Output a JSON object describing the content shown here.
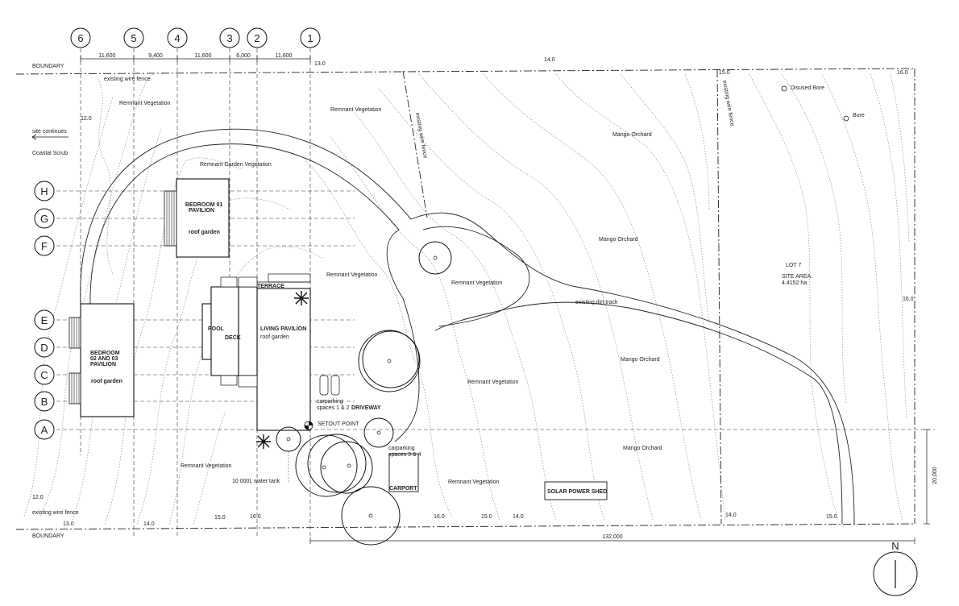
{
  "grid_columns": [
    "6",
    "5",
    "4",
    "3",
    "2",
    "1"
  ],
  "grid_rows": [
    "H",
    "G",
    "F",
    "E",
    "D",
    "C",
    "B",
    "A"
  ],
  "top_dimensions": [
    "11,600",
    "9,400",
    "11,600",
    "6,000",
    "11,600"
  ],
  "boundary_labels": {
    "top": "BOUNDARY",
    "bottom": "BOUNDARY"
  },
  "spot_levels": {
    "top_left": "13.0",
    "top_mid": "14.0",
    "top_right_a": "15.0",
    "top_right_b": "16.0",
    "left_a": "12.0",
    "left_b": "12.0",
    "right_mid": "16.0",
    "bottom": [
      "13.0",
      "14.0",
      "15.0",
      "16.0",
      "16.0",
      "15.0",
      "14.0",
      "14.0",
      "15.0"
    ]
  },
  "labels": {
    "fence_top": "existing wire fence",
    "fence_bottom": "existing wire fence",
    "fence_vertical_1": "existing wire fence",
    "fence_vertical_2": "existing wire fence",
    "remnant_1": "Remnant Vegetation",
    "remnant_2": "Remnant Vegetation",
    "remnant_garden": "Remnant Garden Vegetation",
    "remnant_3": "Remnant Vegetation",
    "remnant_4": "Remnant Vegetation",
    "remnant_5": "Remnant Vegetation",
    "remnant_6": "Remnant Vegetation",
    "remnant_7": "Remnant Vegetation",
    "site_continues": "site continues",
    "coastal_scrub": "Coastal Scrub",
    "mango_1": "Mango Orchard",
    "mango_2": "Mango Orchard",
    "mango_3": "Mango Orchard",
    "mango_4": "Mango Orchard",
    "disused_bore": "Disused Bore",
    "bore": "Bore",
    "lot": "LOT 7",
    "site_area_label": "SITE AREA:",
    "site_area_value": "4.4152 ha",
    "dirt_track": "existing dirt track",
    "water_tank": "10 000L water tank",
    "setout": "SETOUT POINT",
    "driveway": "DRIVEWAY",
    "carparking_12_a": "carparking",
    "carparking_12_b": "spaces 1 & 2",
    "carparking_34_a": "carparking",
    "carparking_34_b": "spaces 3 & 4",
    "carport": "CARPORT",
    "solar": "SOLAR POWER SHED",
    "bed01_a": "BEDROOM 01",
    "bed01_b": "PAVILION",
    "bed01_roof": "roof garden",
    "bed0203_a": "BEDROOM",
    "bed0203_b": "02 AND 03",
    "bed0203_c": "PAVILION",
    "bed0203_roof": "roof garden",
    "living_a": "LIVING PAVILION",
    "living_roof": "roof garden",
    "pool": "POOL",
    "deck": "DECK",
    "terrace": "TERRACE",
    "overall_dim": "132,000",
    "side_dim": "20,000",
    "north": "N"
  }
}
